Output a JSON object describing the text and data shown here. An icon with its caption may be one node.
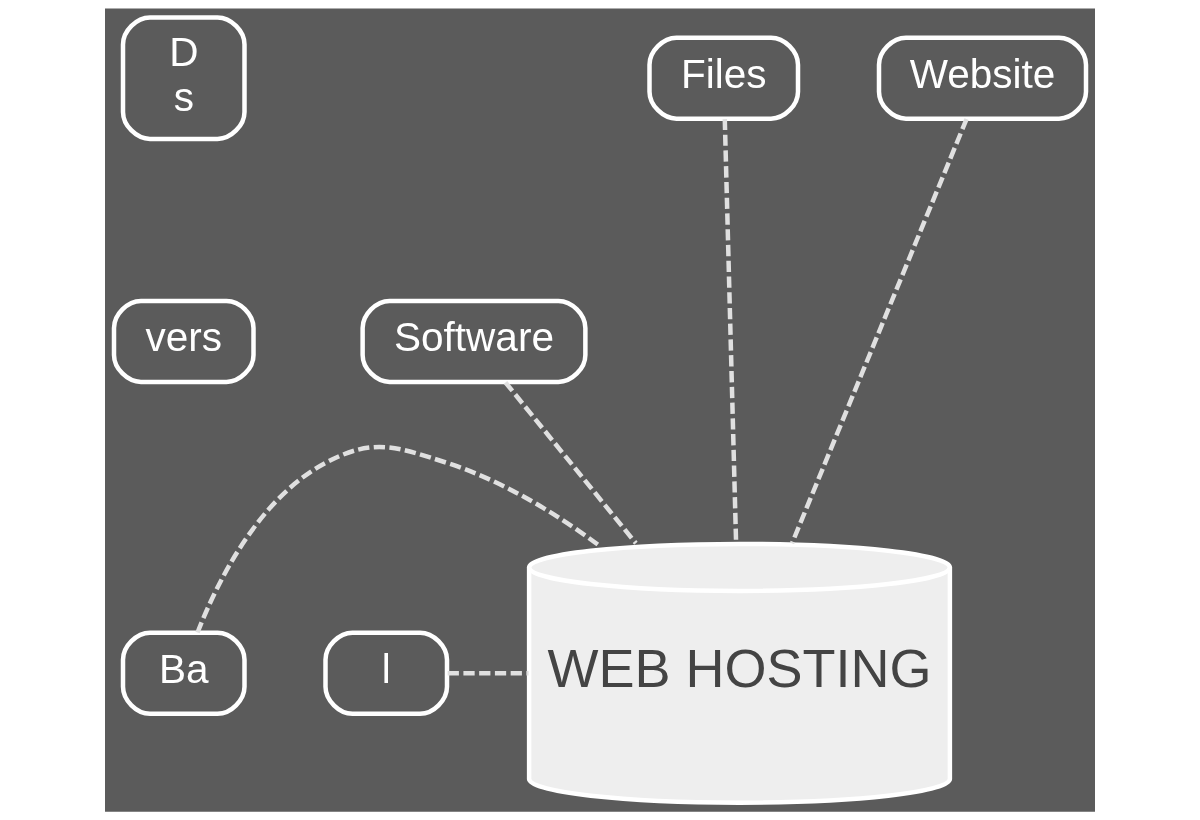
{
  "diagram": {
    "nodes": [
      {
        "text": [
          "WEB HOSTING"
        ]
      },
      {
        "text": [
          "Files"
        ]
      },
      {
        "text": [
          "Website"
        ]
      },
      {
        "text": [
          "D",
          "s"
        ]
      },
      {
        "text": [
          "Software"
        ]
      },
      {
        "text": [
          "l"
        ]
      },
      {
        "text": [
          "vers"
        ]
      },
      {
        "text": [
          "Ba"
        ]
      }
    ],
    "edges": [
      {
        "from": 1,
        "to": 0,
        "arrow": "none",
        "style": "dashed"
      },
      {
        "from": 2,
        "to": 0,
        "arrow": "none",
        "style": "dashed"
      },
      {
        "from": 4,
        "to": 0,
        "arrow": "none",
        "style": "dashed"
      },
      {
        "from": 5,
        "to": 0,
        "arrow": "none",
        "style": "dashed"
      },
      {
        "from": 7,
        "to": 0,
        "arrow": "none",
        "style": "dashed"
      }
    ]
  }
}
